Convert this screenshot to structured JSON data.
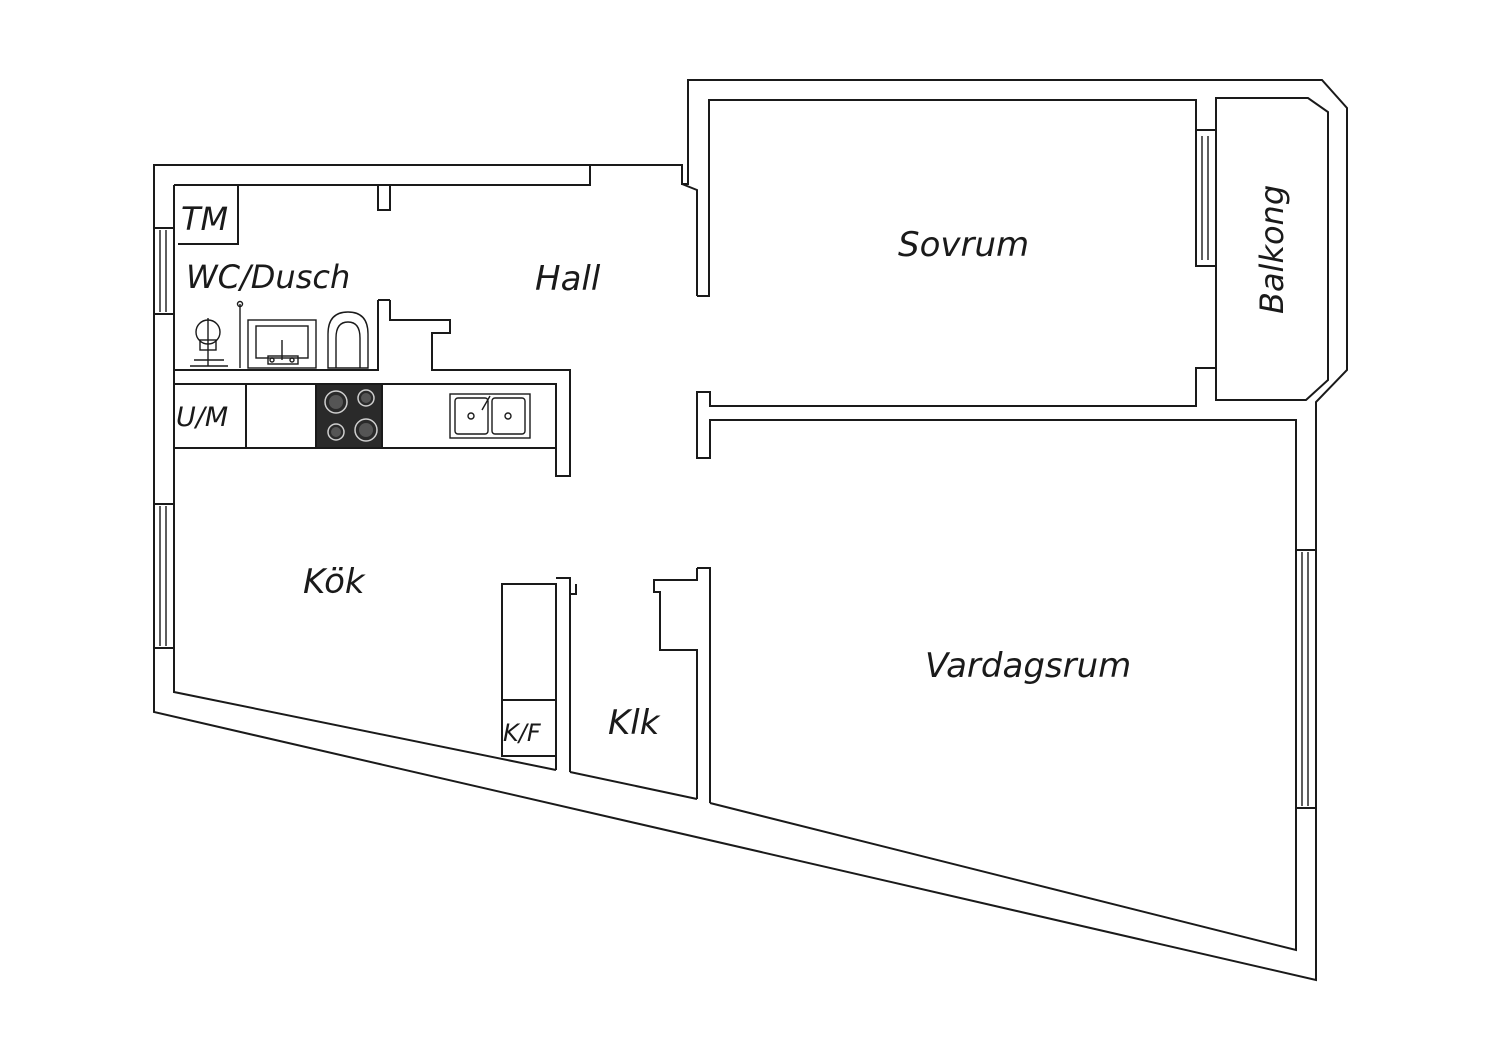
{
  "plan": {
    "rooms": {
      "tm": "TM",
      "wc": "WC/Dusch",
      "hall": "Hall",
      "sovrum": "Sovrum",
      "balkong": "Balkong",
      "um": "U/M",
      "kok": "Kök",
      "kf": "K/F",
      "klk": "Klk",
      "vardagsrum": "Vardagsrum"
    },
    "colors": {
      "wall_stroke": "#1a1a1a",
      "hob": "#2a2a2a",
      "background": "#ffffff"
    }
  }
}
